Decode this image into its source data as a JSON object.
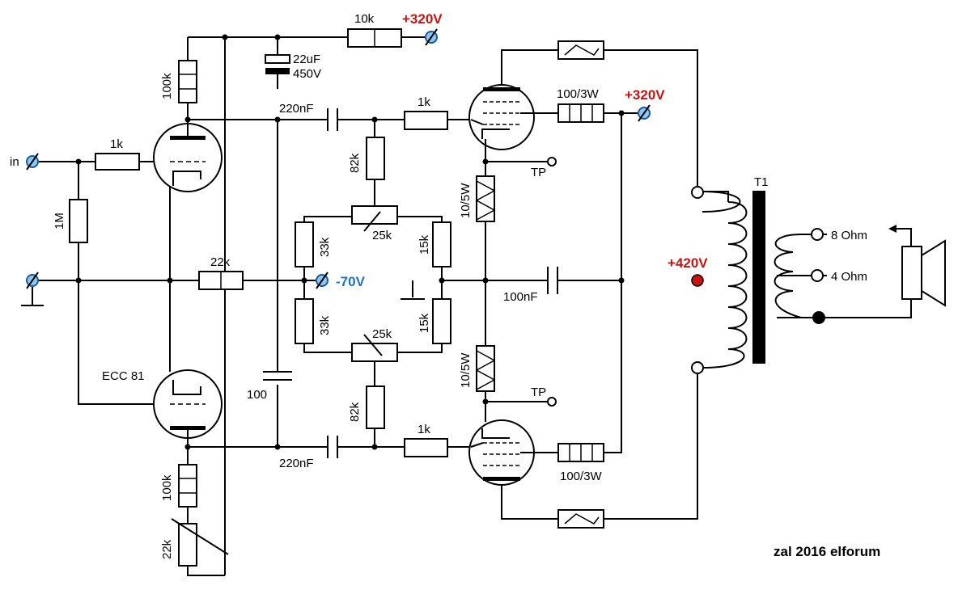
{
  "supplies": {
    "b_plus_pre": "+320V",
    "b_plus_screen": "+320V",
    "b_plus_ot": "+420V",
    "bias": "-70V"
  },
  "components": {
    "r_anode_series": "10k",
    "c_filter_line1": "22uF",
    "c_filter_line2": "450V",
    "r_plate_top": "100k",
    "r_plate_bottom": "100k",
    "r_grid_input": "1k",
    "r_grid_leak": "1M",
    "r_tail": "22k",
    "c_coupling_top": "220nF",
    "c_coupling_bottom": "220nF",
    "c_mid": "100",
    "r_grid_stop_top": "1k",
    "r_grid_stop_bottom": "1k",
    "r_bias_top": "82k",
    "r_bias_bottom": "82k",
    "pot_top": "25k",
    "pot_bottom": "25k",
    "r_33k_top": "33k",
    "r_33k_bottom": "33k",
    "r_15k_top": "15k",
    "r_15k_bottom": "15k",
    "r_cathode_top": "10/5W",
    "r_cathode_bottom": "10/5W",
    "r_screen_top": "100/3W",
    "r_screen_bottom": "100/3W",
    "c_cathode_bypass": "100nF",
    "r_trim": "22k",
    "tube_driver": "ECC 81",
    "transformer": "T1"
  },
  "terminals": {
    "input": "in",
    "test_point_top": "TP",
    "test_point_bottom": "TP",
    "out_8": "8 Ohm",
    "out_4": "4 Ohm"
  },
  "credit": "zal 2016 elforum"
}
